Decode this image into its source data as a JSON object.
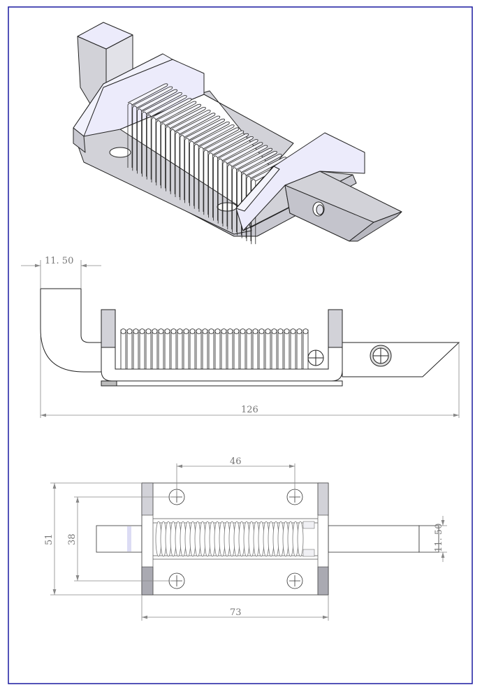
{
  "drawing": {
    "colors": {
      "frame": "#1a1aa0",
      "face_light": "#ecebfb",
      "face_mid": "#d2d2d8",
      "face_dark": "#b4b4bc",
      "dimension": "#888888"
    },
    "side_view": {
      "dim_hook_width": "11. 50",
      "dim_overall_length": "126"
    },
    "top_view": {
      "dim_hole_spacing_x": "46",
      "dim_overall_width": "51",
      "dim_hole_spacing_y": "38",
      "dim_bolt_width": "11. 50",
      "dim_plate_length": "73"
    }
  }
}
